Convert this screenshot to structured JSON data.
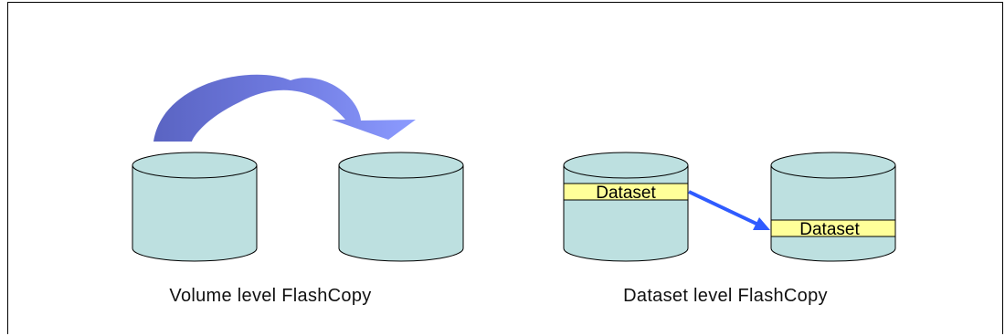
{
  "diagram": {
    "left": {
      "caption": "Volume level FlashCopy"
    },
    "right": {
      "caption": "Dataset level FlashCopy",
      "source_dataset_label": "Dataset",
      "target_dataset_label": "Dataset"
    }
  },
  "colors": {
    "cylinder_fill": "#bde0e0",
    "cylinder_stroke": "#000000",
    "dataset_band": "#ffff99",
    "arc_dark": "#5b67c8",
    "arc_light": "#8a98ff",
    "dataset_arrow": "#2f5bff"
  }
}
